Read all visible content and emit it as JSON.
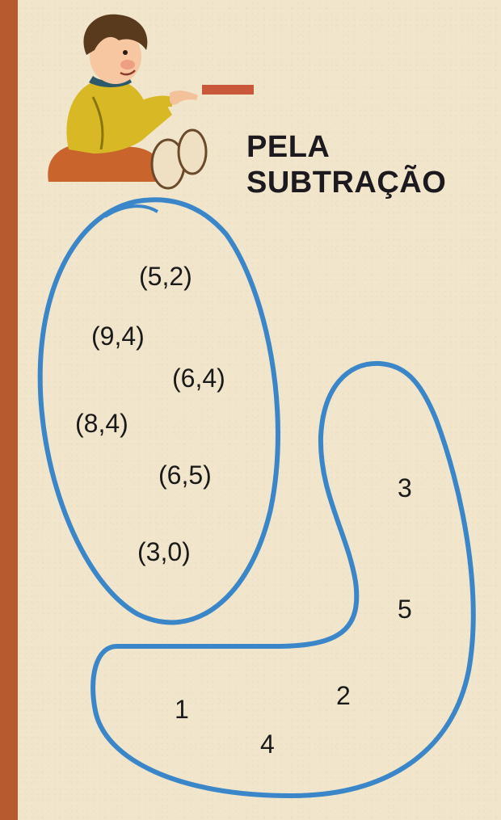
{
  "operation": {
    "symbol": "minus",
    "color": "#c9573a"
  },
  "title": {
    "line1": "PELA",
    "line2": "SUBTRAÇÃO"
  },
  "domain_set": {
    "pairs": [
      "(5,2)",
      "(9,4)",
      "(6,4)",
      "(8,4)",
      "(6,5)",
      "(3,0)"
    ],
    "outline_color": "#3a86c8"
  },
  "result_set": {
    "values": [
      "3",
      "5",
      "2",
      "1",
      "4"
    ],
    "outline_color": "#3a86c8"
  },
  "illustration": {
    "subject": "child-pointing-illustration"
  }
}
